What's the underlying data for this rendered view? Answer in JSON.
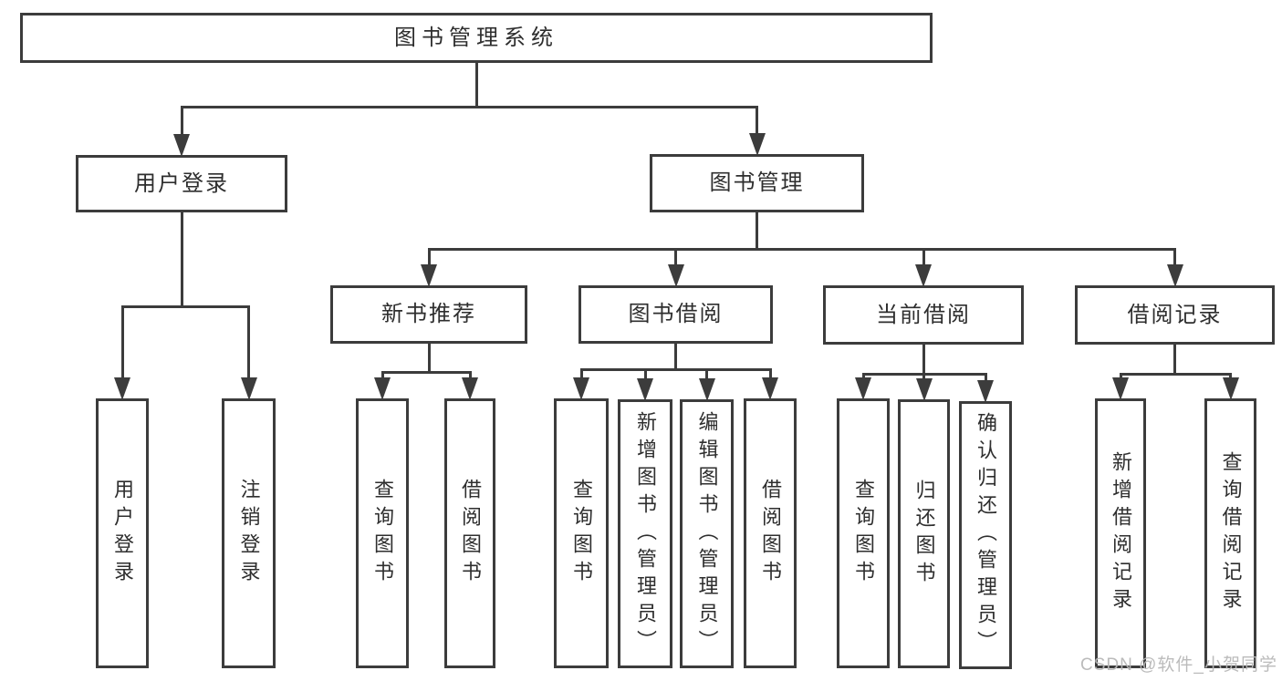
{
  "diagram": {
    "title": "图书管理系统",
    "watermark": "CSDN @软件_小贺同学",
    "colors": {
      "line": "#3c3c3c",
      "text": "#2e2e2e",
      "background": "#ffffff",
      "watermark": "#b8b8b8"
    },
    "nodes": [
      {
        "id": "root",
        "label": "图书管理系统",
        "level": 1,
        "orient": "horizontal"
      },
      {
        "id": "user-login",
        "label": "用户登录",
        "level": 2,
        "orient": "horizontal"
      },
      {
        "id": "book-mgmt",
        "label": "图书管理",
        "level": 2,
        "orient": "horizontal"
      },
      {
        "id": "new-book-rec",
        "label": "新书推荐",
        "level": 3,
        "orient": "horizontal"
      },
      {
        "id": "book-borrow",
        "label": "图书借阅",
        "level": 3,
        "orient": "horizontal"
      },
      {
        "id": "current-borrow",
        "label": "当前借阅",
        "level": 3,
        "orient": "horizontal"
      },
      {
        "id": "borrow-record",
        "label": "借阅记录",
        "level": 3,
        "orient": "horizontal"
      },
      {
        "id": "leaf-user-login",
        "label": "用户登录",
        "level": 4,
        "orient": "vertical"
      },
      {
        "id": "leaf-logout",
        "label": "注销登录",
        "level": 4,
        "orient": "vertical"
      },
      {
        "id": "leaf-query-book-a",
        "label": "查询图书",
        "level": 4,
        "orient": "vertical"
      },
      {
        "id": "leaf-borrow-book-a",
        "label": "借阅图书",
        "level": 4,
        "orient": "vertical"
      },
      {
        "id": "leaf-query-book-b",
        "label": "查询图书",
        "level": 4,
        "orient": "vertical"
      },
      {
        "id": "leaf-add-book",
        "label": "新增图书（管理员）",
        "level": 4,
        "orient": "vertical"
      },
      {
        "id": "leaf-edit-book",
        "label": "编辑图书（管理员）",
        "level": 4,
        "orient": "vertical"
      },
      {
        "id": "leaf-borrow-book-b",
        "label": "借阅图书",
        "level": 4,
        "orient": "vertical"
      },
      {
        "id": "leaf-query-book-c",
        "label": "查询图书",
        "level": 4,
        "orient": "vertical"
      },
      {
        "id": "leaf-return-book",
        "label": "归还图书",
        "level": 4,
        "orient": "vertical"
      },
      {
        "id": "leaf-confirm-return",
        "label": "确认归还（管理员）",
        "level": 4,
        "orient": "vertical"
      },
      {
        "id": "leaf-add-record",
        "label": "新增借阅记录",
        "level": 4,
        "orient": "vertical"
      },
      {
        "id": "leaf-query-record",
        "label": "查询借阅记录",
        "level": 4,
        "orient": "vertical"
      }
    ],
    "edges": [
      {
        "from": "root",
        "to": [
          "user-login",
          "book-mgmt"
        ]
      },
      {
        "from": "user-login",
        "to": [
          "leaf-user-login",
          "leaf-logout"
        ]
      },
      {
        "from": "book-mgmt",
        "to": [
          "new-book-rec",
          "book-borrow",
          "current-borrow",
          "borrow-record"
        ]
      },
      {
        "from": "new-book-rec",
        "to": [
          "leaf-query-book-a",
          "leaf-borrow-book-a"
        ]
      },
      {
        "from": "book-borrow",
        "to": [
          "leaf-query-book-b",
          "leaf-add-book",
          "leaf-edit-book",
          "leaf-borrow-book-b"
        ]
      },
      {
        "from": "current-borrow",
        "to": [
          "leaf-query-book-c",
          "leaf-return-book",
          "leaf-confirm-return"
        ]
      },
      {
        "from": "borrow-record",
        "to": [
          "leaf-add-record",
          "leaf-query-record"
        ]
      }
    ]
  }
}
